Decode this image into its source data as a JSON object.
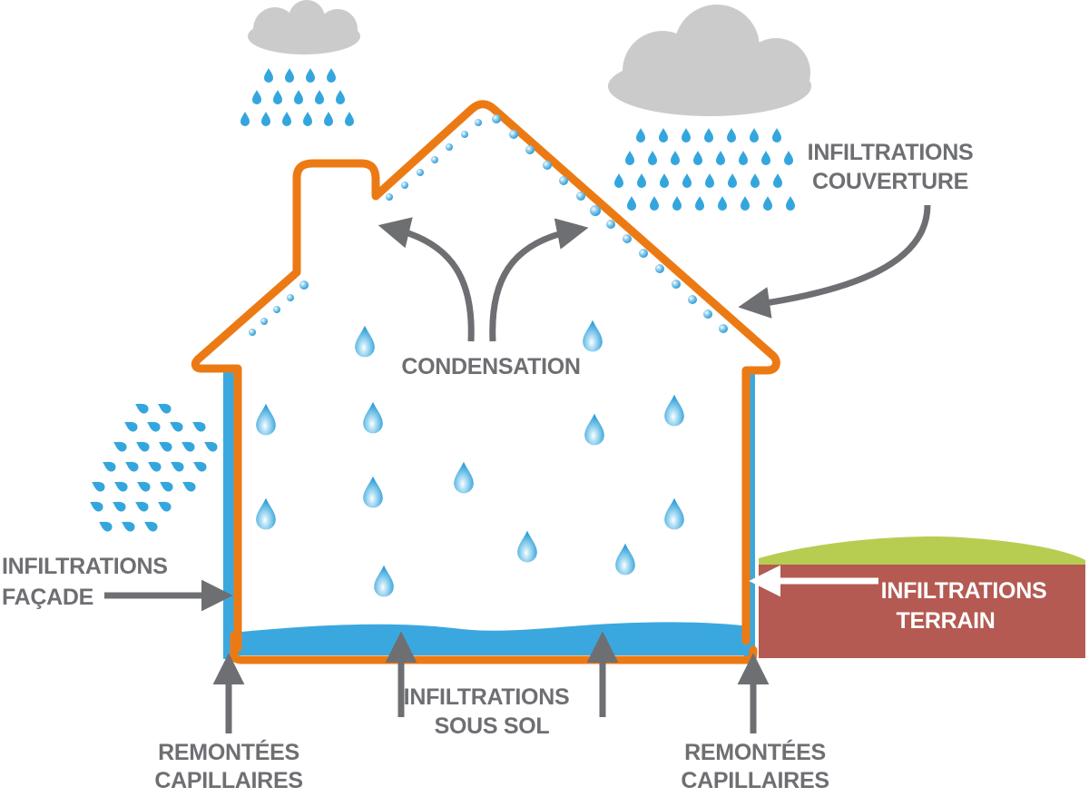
{
  "labels": {
    "condensation": "CONDENSATION",
    "roof_1": "INFILTRATIONS",
    "roof_2": "COUVERTURE",
    "facade_1": "INFILTRATIONS",
    "facade_2": "FAÇADE",
    "terrain_1": "INFILTRATIONS",
    "terrain_2": "TERRAIN",
    "basement_1": "INFILTRATIONS",
    "basement_2": "SOUS SOL",
    "capillary_left_1": "REMONTÉES",
    "capillary_left_2": "CAPILLAIRES",
    "capillary_right_1": "REMONTÉES",
    "capillary_right_2": "CAPILLAIRES"
  },
  "colors": {
    "house_outline": "#ec7a14",
    "water": "#3aa8df",
    "drop": "#34a6de",
    "arrow": "#6e6f73",
    "label": "#6e6f73",
    "cloud": "#cbcbcb",
    "soil": "#b45a52",
    "grass": "#b6cd52",
    "terrain_label": "#ffffff"
  }
}
